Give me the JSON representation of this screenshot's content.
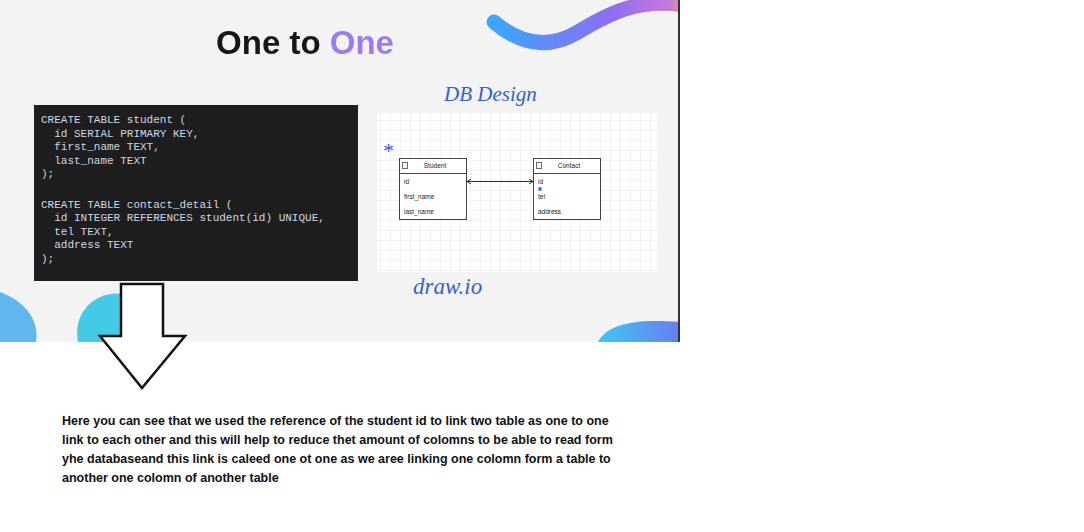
{
  "diagram": {
    "title": "One to One",
    "nodes": [
      {
        "text": [
          "CREATE TABLE student (",
          "  id SERIAL PRIMARY KEY,",
          "  first_name TEXT,",
          "  last_name TEXT",
          ");",
          "CREATE TABLE contact_detail (",
          "  id INTEGER REFERENCES student(id) UNIQUE,",
          "  tel TEXT,",
          "  address TEXT",
          ");"
        ]
      },
      {
        "text": [
          "Student",
          "id",
          "first_name",
          "last_name"
        ]
      },
      {
        "text": [
          "Contact",
          "id",
          "tel",
          "address"
        ]
      }
    ],
    "edges": [
      {
        "from": 1,
        "to": 2,
        "arrow": "both"
      }
    ],
    "labels": [
      "DB Design",
      "*",
      "draw.io",
      "Here you can see that we used the reference of the student id to link two table as one to one link to each other and this will help to reduce thet amount of colomns to be able to read form yhe databaseand this link is caleed one ot one as we aree linking one colomn form a table to another one colomn of another table"
    ]
  }
}
